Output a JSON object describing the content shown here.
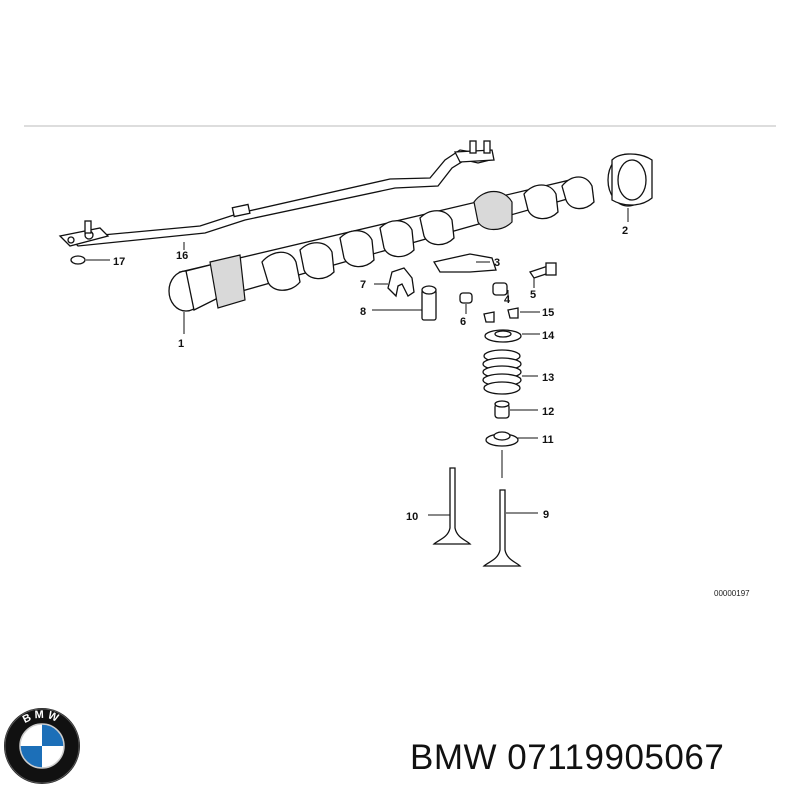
{
  "diagram": {
    "reference_number": "00000197",
    "callouts": [
      "1",
      "2",
      "3",
      "4",
      "5",
      "6",
      "7",
      "8",
      "9",
      "10",
      "11",
      "12",
      "13",
      "14",
      "15",
      "16",
      "17"
    ]
  },
  "brand": {
    "name": "BMW",
    "part_number": "07119905067",
    "caption": "BMW 07119905067",
    "logo_text": "BMW",
    "logo_colors": {
      "blue": "#1c6fb8",
      "white": "#ffffff",
      "ring": "#111111"
    }
  }
}
